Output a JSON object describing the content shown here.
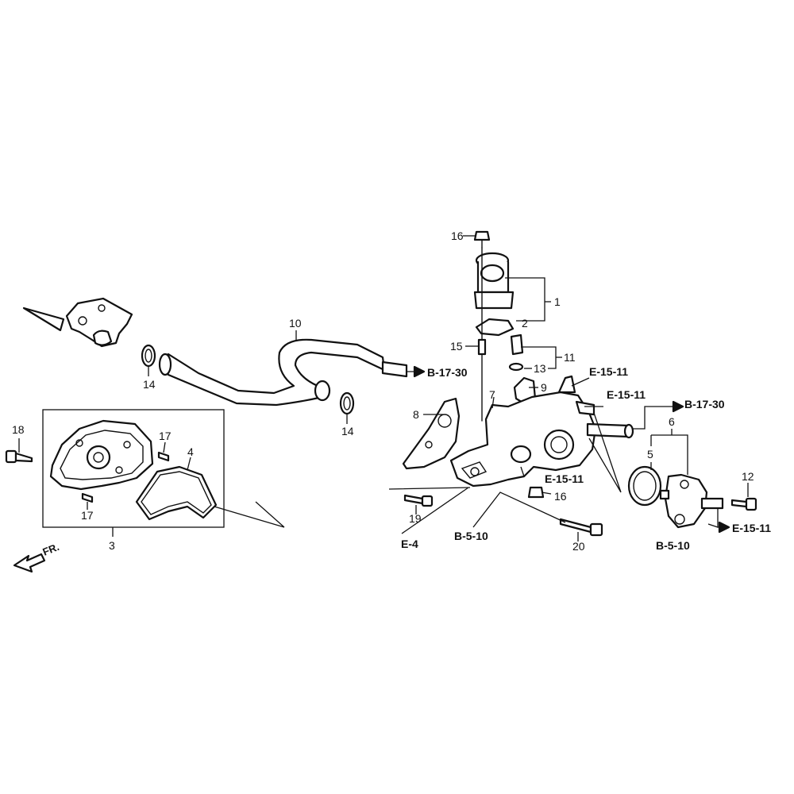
{
  "part_numbers": {
    "p1": "1",
    "p2": "2",
    "p3": "3",
    "p4": "4",
    "p5": "5",
    "p6": "6",
    "p7": "7",
    "p8": "8",
    "p9": "9",
    "p10": "10",
    "p11": "11",
    "p12": "12",
    "p13": "13",
    "p14a": "14",
    "p14b": "14",
    "p15": "15",
    "p16a": "16",
    "p16b": "16",
    "p17a": "17",
    "p17b": "17",
    "p18": "18",
    "p19": "19",
    "p20": "20"
  },
  "references": {
    "b1730_top": "B-17-30",
    "b1730_right": "B-17-30",
    "e1511_a": "E-15-11",
    "e1511_b": "E-15-11",
    "e1511_c": "E-15-11",
    "e1511_d": "E-15-11",
    "b510_a": "B-5-10",
    "b510_b": "B-5-10",
    "e4": "E-4"
  },
  "front_indicator": "FR."
}
